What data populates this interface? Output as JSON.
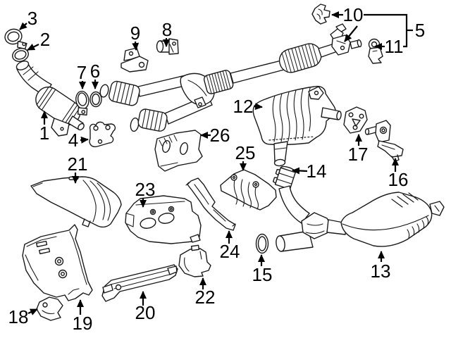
{
  "diagram": {
    "background_color": "#ffffff",
    "line_color": "#1a1a1a",
    "label_color": "#000000",
    "callouts": [
      {
        "label": "1"
      },
      {
        "label": "2"
      },
      {
        "label": "3"
      },
      {
        "label": "4"
      },
      {
        "label": "5"
      },
      {
        "label": "6"
      },
      {
        "label": "7"
      },
      {
        "label": "8"
      },
      {
        "label": "9"
      },
      {
        "label": "10"
      },
      {
        "label": "11"
      },
      {
        "label": "12"
      },
      {
        "label": "13"
      },
      {
        "label": "14"
      },
      {
        "label": "15"
      },
      {
        "label": "16"
      },
      {
        "label": "17"
      },
      {
        "label": "18"
      },
      {
        "label": "19"
      },
      {
        "label": "20"
      },
      {
        "label": "21"
      },
      {
        "label": "22"
      },
      {
        "label": "23"
      },
      {
        "label": "24"
      },
      {
        "label": "25"
      },
      {
        "label": "26"
      }
    ],
    "groups": [
      {
        "group_label": "5",
        "member_labels": [
          "10",
          "11"
        ]
      }
    ]
  }
}
